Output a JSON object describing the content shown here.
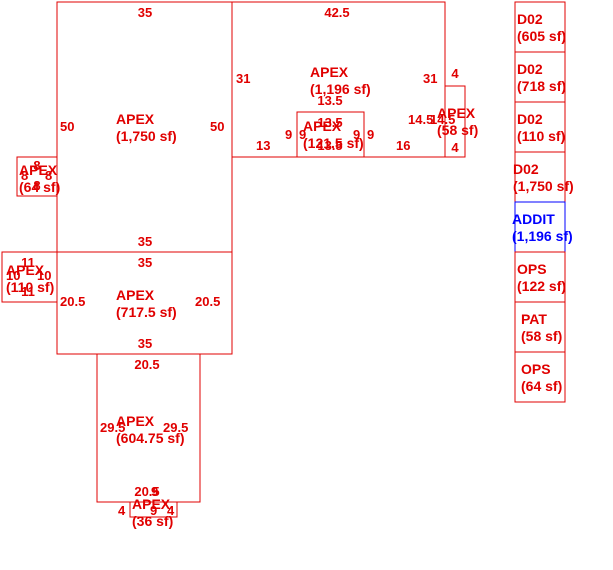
{
  "colors": {
    "line": "#e00000",
    "text": "#e00000",
    "selected": "#0000ff"
  },
  "areas": [
    {
      "id": "apex-1750",
      "name": "APEX",
      "area": "(1,750 sf)",
      "dims": {
        "top": "35",
        "bottom": "35",
        "left": "50",
        "right": "50"
      }
    },
    {
      "id": "apex-1196",
      "name": "APEX",
      "area": "(1,196 sf)",
      "dims": {
        "top": "42.5",
        "left": "31",
        "right": "31",
        "bottom_left": "13",
        "bottom_right": "16"
      }
    },
    {
      "id": "apex-121",
      "name": "APEX",
      "area": "(121.5 sf)",
      "dims": {
        "top": "13.5",
        "bottom": "13.5",
        "left": "9",
        "left_inner": "9",
        "right": "9",
        "right_inner": "9"
      }
    },
    {
      "id": "apex-58",
      "name": "APEX",
      "area": "(58 sf)",
      "dims": {
        "top": "4",
        "bottom": "4",
        "left": "14.5",
        "right": "14.5"
      }
    },
    {
      "id": "apex-64",
      "name": "APEX",
      "area": "(64 sf)",
      "dims": {
        "top": "8",
        "bottom": "8",
        "left": "8",
        "right": "8"
      }
    },
    {
      "id": "apex-717",
      "name": "APEX",
      "area": "(717.5 sf)",
      "dims": {
        "top": "35",
        "bottom": "35",
        "left": "20.5",
        "right": "20.5"
      }
    },
    {
      "id": "apex-110",
      "name": "APEX",
      "area": "(110 sf)",
      "dims": {
        "top": "11",
        "bottom": "11",
        "left": "10",
        "right": "10"
      }
    },
    {
      "id": "apex-604",
      "name": "APEX",
      "area": "(604.75 sf)",
      "dims": {
        "top": "20.5",
        "bottom": "20.5",
        "left": "29.5",
        "right": "29.5"
      }
    },
    {
      "id": "apex-36",
      "name": "APEX",
      "area": "(36 sf)",
      "dims": {
        "top": "9",
        "bottom": "9",
        "left": "4",
        "right": "4"
      }
    }
  ],
  "legend": [
    {
      "code": "D02",
      "area": "(605 sf)"
    },
    {
      "code": "D02",
      "area": "(718 sf)"
    },
    {
      "code": "D02",
      "area": "(110 sf)"
    },
    {
      "code": "D02",
      "area": "(1,750 sf)"
    },
    {
      "code": "ADDIT",
      "area": "(1,196 sf)",
      "selected": true
    },
    {
      "code": "OPS",
      "area": "(122 sf)"
    },
    {
      "code": "PAT",
      "area": "(58 sf)"
    },
    {
      "code": "OPS",
      "area": "(64 sf)"
    }
  ]
}
